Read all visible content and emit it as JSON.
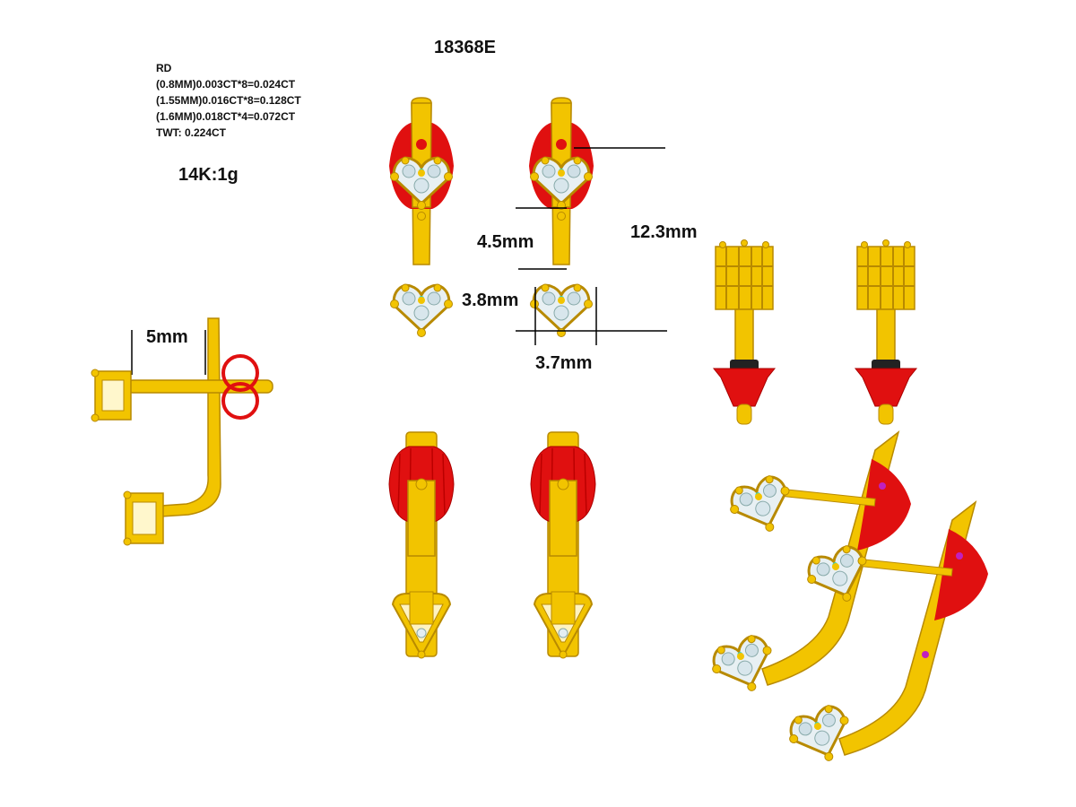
{
  "sheet": {
    "title": "18368E",
    "stone_specs": [
      "RD",
      "(0.8MM)0.003CT*8=0.024CT",
      "(1.55MM)0.016CT*8=0.128CT",
      "(1.6MM)0.018CT*4=0.072CT",
      "TWT:  0.224CT"
    ],
    "metal_weight": "14K:1g"
  },
  "dimensions": {
    "side_projection": "5mm",
    "stone_gap": "4.5mm",
    "total_length": "12.3mm",
    "bottom_stone_height": "3.8mm",
    "bottom_stone_width": "3.7mm"
  },
  "colors": {
    "gold": "#f2c400",
    "gold_dark": "#b88a00",
    "backing_red": "#e01010",
    "diamond": "#e4eef2",
    "line": "#000000"
  }
}
